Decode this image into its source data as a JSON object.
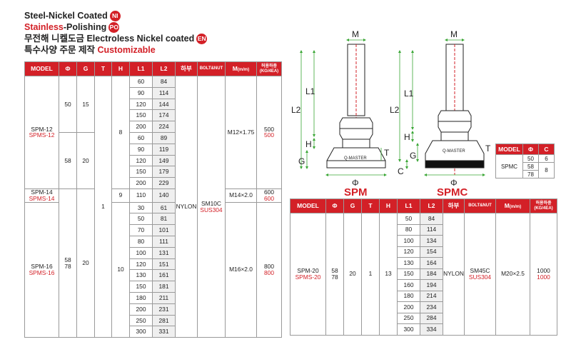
{
  "legend": {
    "line1": {
      "text": "Steel-Nickel Coated",
      "badge": "NI"
    },
    "line2": {
      "part1": "Stainless",
      "part2": "-Polishing",
      "badge": "PO"
    },
    "line3": {
      "text": "무전해 니켈도금 Electroless Nickel coated",
      "badge": "EN"
    },
    "line4": {
      "text": "특수사양 주문 제작",
      "accent": "Customizable"
    }
  },
  "headers": {
    "model": "MODEL",
    "phi": "Φ",
    "g": "G",
    "t": "T",
    "h": "H",
    "l1": "L1",
    "l2": "L2",
    "habu": "하부",
    "bolt": "BOLT&NUT",
    "m": "M",
    "m_unit": "(m/m)",
    "load1": "허용하중",
    "load2": "(KG/4EA)",
    "c": "C"
  },
  "table1": {
    "spm12": {
      "model": "SPM-12",
      "models": "SPMS-12",
      "phi_a": "50",
      "g_a": "15",
      "phi_b": "58",
      "g_b": "20",
      "h": "8",
      "m": "M12×1.75",
      "load": "500",
      "loads": "500"
    },
    "spm14": {
      "model": "SPM-14",
      "models": "SPMS-14",
      "h": "9",
      "l1": "110",
      "l2": "140",
      "m": "M14×2.0",
      "load": "600",
      "loads": "600"
    },
    "spm16": {
      "model": "SPM-16",
      "models": "SPMS-16",
      "phi1": "58",
      "phi2": "78",
      "g": "20",
      "h": "10",
      "m": "M16×2.0",
      "load": "800",
      "loads": "800"
    },
    "t": "1",
    "habu": "NYLON",
    "bolt": "SM10C",
    "bolts": "SUS304",
    "rows": [
      {
        "l1": "60",
        "l2": "84"
      },
      {
        "l1": "90",
        "l2": "114"
      },
      {
        "l1": "120",
        "l2": "144"
      },
      {
        "l1": "150",
        "l2": "174"
      },
      {
        "l1": "200",
        "l2": "224"
      },
      {
        "l1": "60",
        "l2": "89"
      },
      {
        "l1": "90",
        "l2": "119"
      },
      {
        "l1": "120",
        "l2": "149"
      },
      {
        "l1": "150",
        "l2": "179"
      },
      {
        "l1": "200",
        "l2": "229"
      },
      {
        "l1": "110",
        "l2": "140"
      },
      {
        "l1": "30",
        "l2": "61"
      },
      {
        "l1": "50",
        "l2": "81"
      },
      {
        "l1": "70",
        "l2": "101"
      },
      {
        "l1": "80",
        "l2": "111"
      },
      {
        "l1": "100",
        "l2": "131"
      },
      {
        "l1": "120",
        "l2": "151"
      },
      {
        "l1": "130",
        "l2": "161"
      },
      {
        "l1": "150",
        "l2": "181"
      },
      {
        "l1": "180",
        "l2": "211"
      },
      {
        "l1": "200",
        "l2": "231"
      },
      {
        "l1": "250",
        "l2": "281"
      },
      {
        "l1": "300",
        "l2": "331"
      }
    ]
  },
  "table2": {
    "model": "SPM-20",
    "models": "SPMS-20",
    "phi1": "58",
    "phi2": "78",
    "g": "20",
    "t": "1",
    "h": "13",
    "habu": "NYLON",
    "bolt": "SM45C",
    "bolts": "SUS304",
    "m": "M20×2.5",
    "load": "1000",
    "loads": "1000",
    "rows": [
      {
        "l1": "50",
        "l2": "84"
      },
      {
        "l1": "80",
        "l2": "114"
      },
      {
        "l1": "100",
        "l2": "134"
      },
      {
        "l1": "120",
        "l2": "154"
      },
      {
        "l1": "130",
        "l2": "164"
      },
      {
        "l1": "150",
        "l2": "184"
      },
      {
        "l1": "160",
        "l2": "194"
      },
      {
        "l1": "180",
        "l2": "214"
      },
      {
        "l1": "200",
        "l2": "234"
      },
      {
        "l1": "250",
        "l2": "284"
      },
      {
        "l1": "300",
        "l2": "334"
      }
    ]
  },
  "spmc_table": {
    "model": "SPMC",
    "rows": [
      {
        "phi": "50",
        "c": "6"
      },
      {
        "phi": "58",
        "c": "8"
      },
      {
        "phi": "78",
        "c": ""
      }
    ]
  },
  "diagram": {
    "label_spm": "SPM",
    "label_spmc": "SPMC",
    "brand": "Q-MASTER",
    "dim_m": "M",
    "dim_l1": "L1",
    "dim_l2": "L2",
    "dim_h": "H",
    "dim_t": "T",
    "dim_g": "G",
    "dim_c": "C",
    "dim_phi": "Φ"
  },
  "colors": {
    "accent": "#d32027",
    "dimension": "#3aa635",
    "header_text": "#ffffff"
  }
}
